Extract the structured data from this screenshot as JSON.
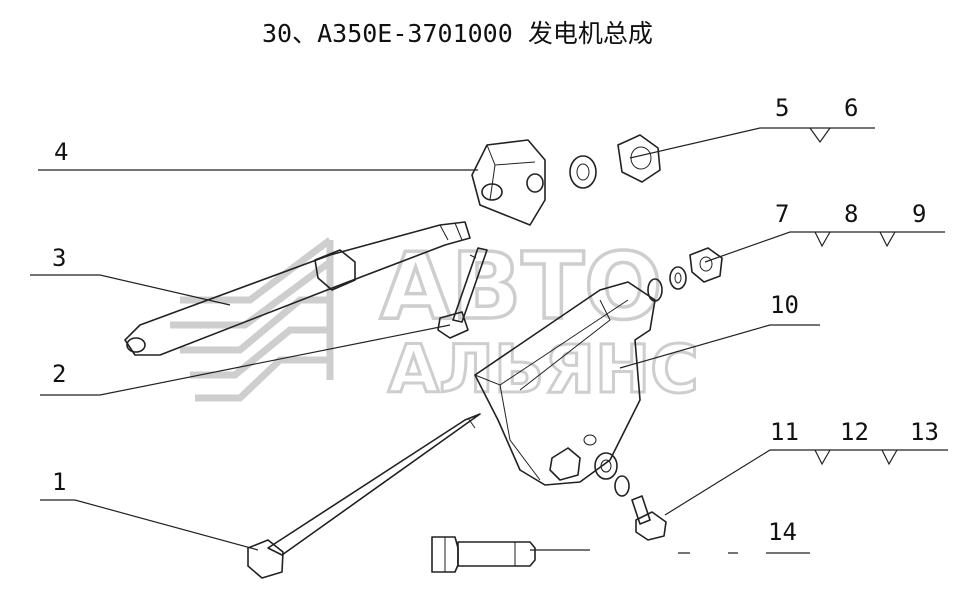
{
  "title": "30、A350E-3701000 发电机总成",
  "watermark": {
    "line1": "АВТО",
    "line2": "АЛЬЯНС",
    "color": "#c9c9c9"
  },
  "callouts": [
    "1",
    "2",
    "3",
    "4",
    "5",
    "6",
    "7",
    "8",
    "9",
    "10",
    "11",
    "12",
    "13",
    "14"
  ]
}
